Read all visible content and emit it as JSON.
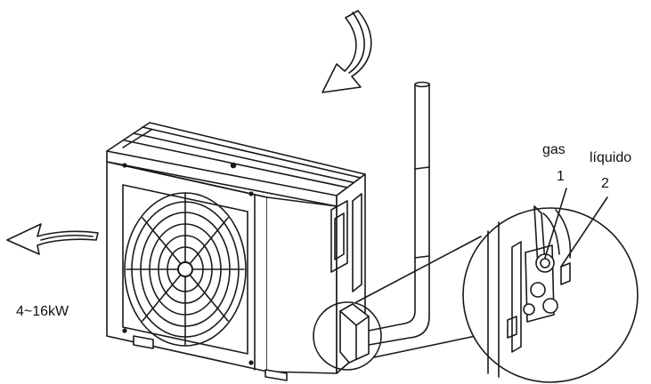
{
  "labels": {
    "power_range": "4~16kW",
    "gas": "gas",
    "liquid": "líquido",
    "num_1": "1",
    "num_2": "2"
  },
  "colors": {
    "line": "#1a1a1a",
    "background": "#ffffff"
  },
  "icons": [
    "airflow-in-arrow",
    "airflow-out-arrow",
    "fan-grille"
  ]
}
